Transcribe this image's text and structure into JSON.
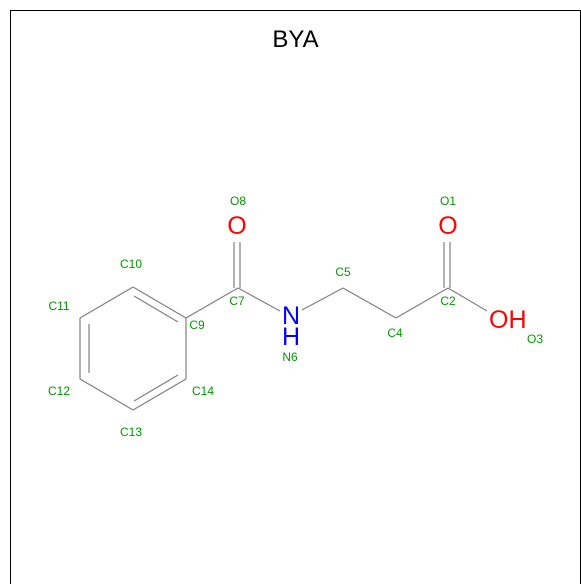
{
  "title": "BYA",
  "colors": {
    "atom_label": "#009900",
    "bond": "#808080",
    "oxygen": "#ff0000",
    "nitrogen": "#0000ff"
  },
  "elements": {
    "o8": "O",
    "o1": "O",
    "n6": "N",
    "n6_h": "H",
    "o3": "OH"
  },
  "atoms": {
    "o8": "O8",
    "c10": "C10",
    "c11": "C11",
    "c12": "C12",
    "c13": "C13",
    "c14": "C14",
    "c9": "C9",
    "c7": "C7",
    "n6": "N6",
    "c5": "C5",
    "c4": "C4",
    "c2": "C2",
    "o1": "O1",
    "o3": "O3"
  }
}
